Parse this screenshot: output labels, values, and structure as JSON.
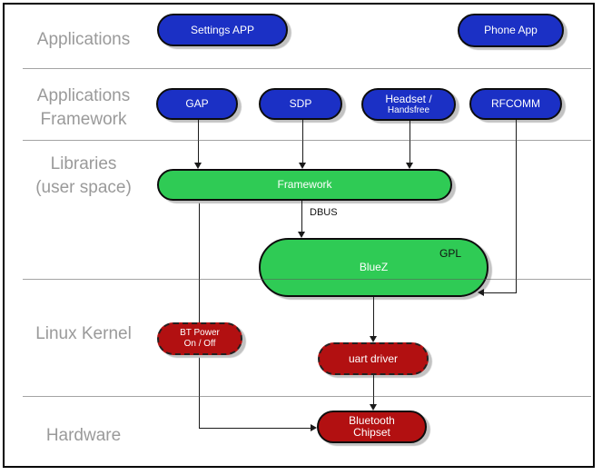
{
  "diagram": {
    "type": "architecture-stack",
    "layers": [
      {
        "name": "applications",
        "label_lines": [
          "Applications"
        ]
      },
      {
        "name": "applications-framework",
        "label_lines": [
          "Applications",
          "Framework"
        ]
      },
      {
        "name": "libraries-user-space",
        "label_lines": [
          "Libraries",
          "(user space)"
        ]
      },
      {
        "name": "linux-kernel",
        "label_lines": [
          "Linux Kernel"
        ]
      },
      {
        "name": "hardware",
        "label_lines": [
          "Hardware"
        ]
      }
    ],
    "nodes": {
      "settings_app": {
        "label": "Settings APP"
      },
      "phone_app": {
        "label": "Phone App"
      },
      "gap": {
        "label": "GAP"
      },
      "sdp": {
        "label": "SDP"
      },
      "headset": {
        "line1": "Headset /",
        "line2": "Handsfree"
      },
      "rfcomm": {
        "label": "RFCOMM"
      },
      "framework": {
        "label": "Framework"
      },
      "bluez": {
        "label": "BlueZ",
        "badge": "GPL"
      },
      "bt_power": {
        "line1": "BT Power",
        "line2": "On / Off"
      },
      "uart_driver": {
        "label": "uart driver"
      },
      "bluetooth_chipset": {
        "line1": "Bluetooth",
        "line2": "Chipset"
      }
    },
    "edge_labels": {
      "dbus": "DBUS"
    },
    "colors": {
      "app_blue": "#1b30c5",
      "lib_green": "#2fcb55",
      "kernel_red": "#b21011",
      "layer_label_gray": "#9a9a9a",
      "divider_gray": "#9e9e9e",
      "connector_black": "#1a1a1a",
      "shadow_gray": "#c2c2c2"
    }
  }
}
